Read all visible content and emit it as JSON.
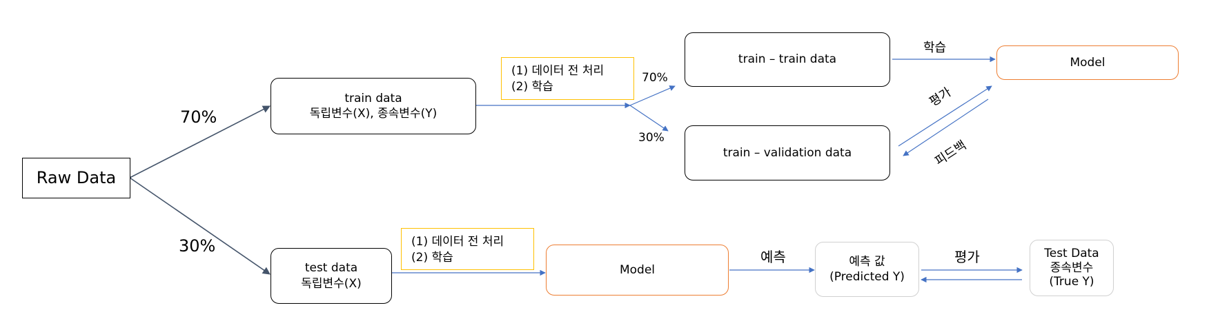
{
  "nodes": {
    "raw": "Raw Data",
    "train_data": {
      "line1": "train data",
      "line2": "독립변수(X), 종속변수(Y)"
    },
    "test_data": {
      "line1": "test data",
      "line2": "독립변수(X)"
    },
    "train_train": "train – train data",
    "train_valid": "train – validation data",
    "model_top": "Model",
    "model_bottom": "Model",
    "predicted": {
      "line1": "예측 값",
      "line2": "(Predicted Y)"
    },
    "true_y": {
      "line1": "Test Data",
      "line2": "종속변수",
      "line3": "(True Y)"
    }
  },
  "steps_top": {
    "line1": "(1)  데이터 전 처리",
    "line2": "(2)  학습"
  },
  "steps_bottom": {
    "line1": "(1)  데이터 전 처리",
    "line2": "(2)  학습"
  },
  "labels": {
    "split_train": "70%",
    "split_test": "30%",
    "sub_train": "70%",
    "sub_valid": "30%",
    "learn": "학습",
    "evaluate_top": "평가",
    "feedback": "피드백",
    "predict": "예측",
    "evaluate_bottom": "평가"
  },
  "colors": {
    "arrow_dark": "#44546A",
    "arrow_blue": "#4472C4",
    "orange": "#ED7D31",
    "yellow": "#FFC000"
  }
}
